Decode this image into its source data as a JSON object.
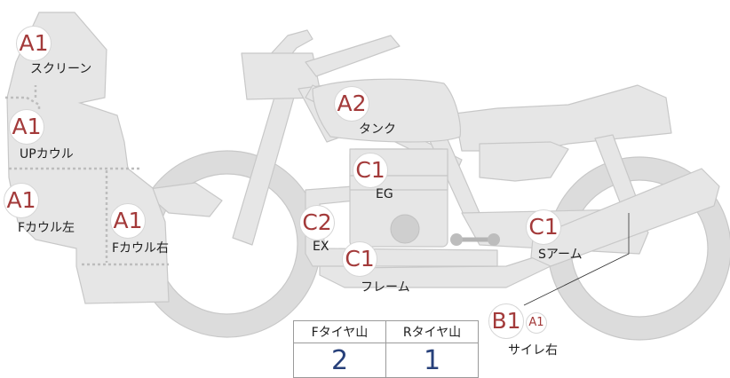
{
  "parts": {
    "screen": {
      "grade": "A1",
      "label": "スクリーン"
    },
    "up_cowl": {
      "grade": "A1",
      "label": "UPカウル"
    },
    "f_cowl_left": {
      "grade": "A1",
      "label": "Fカウル左"
    },
    "f_cowl_right": {
      "grade": "A1",
      "label": "Fカウル右"
    },
    "tank": {
      "grade": "A2",
      "label": "タンク"
    },
    "engine": {
      "grade": "C1",
      "label": "EG"
    },
    "exhaust": {
      "grade": "C2",
      "label": "EX"
    },
    "frame": {
      "grade": "C1",
      "label": "フレーム"
    },
    "swing_arm": {
      "grade": "C1",
      "label": "Sアーム"
    },
    "silencer_right": {
      "grade": "B1",
      "sub_grade": "A1",
      "label": "サイレ右"
    }
  },
  "tread": {
    "front_label": "Fタイヤ山",
    "rear_label": "Rタイヤ山",
    "front_value": "2",
    "rear_value": "1"
  },
  "colors": {
    "body_fill": "#e6e6e6",
    "body_stroke": "#c8c8c8",
    "grade_text": "#a33a3a",
    "tread_value": "#27407a"
  }
}
